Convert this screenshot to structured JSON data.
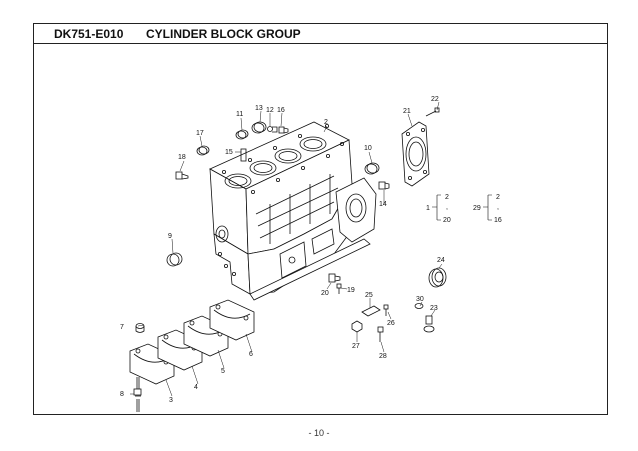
{
  "header": {
    "code": "DK751-E010",
    "title": "CYLINDER BLOCK GROUP"
  },
  "callouts": [
    {
      "id": "c1",
      "label": "1"
    },
    {
      "id": "c2",
      "label": "2"
    },
    {
      "id": "c3",
      "label": "3"
    },
    {
      "id": "c4",
      "label": "4"
    },
    {
      "id": "c5",
      "label": "5"
    },
    {
      "id": "c6",
      "label": "6"
    },
    {
      "id": "c7",
      "label": "7"
    },
    {
      "id": "c8",
      "label": "8"
    },
    {
      "id": "c9",
      "label": "9"
    },
    {
      "id": "c10",
      "label": "10"
    },
    {
      "id": "c11",
      "label": "11"
    },
    {
      "id": "c12",
      "label": "12"
    },
    {
      "id": "c13",
      "label": "13"
    },
    {
      "id": "c14",
      "label": "14"
    },
    {
      "id": "c15",
      "label": "15"
    },
    {
      "id": "c16",
      "label": "16"
    },
    {
      "id": "c17",
      "label": "17"
    },
    {
      "id": "c18",
      "label": "18"
    },
    {
      "id": "c19",
      "label": "19"
    },
    {
      "id": "c20",
      "label": "20"
    },
    {
      "id": "c21",
      "label": "21"
    },
    {
      "id": "c22",
      "label": "22"
    },
    {
      "id": "c23",
      "label": "23"
    },
    {
      "id": "c24",
      "label": "24"
    },
    {
      "id": "c25",
      "label": "25"
    },
    {
      "id": "c26",
      "label": "26"
    },
    {
      "id": "c27",
      "label": "27"
    },
    {
      "id": "c28",
      "label": "28"
    },
    {
      "id": "c29",
      "label": "29"
    },
    {
      "id": "c30",
      "label": "30"
    }
  ],
  "groups": [
    {
      "parent": "1",
      "members": [
        "2",
        "20"
      ]
    },
    {
      "parent": "29",
      "members": [
        "2",
        "16"
      ]
    }
  ],
  "footer": {
    "page": "- 10 -"
  }
}
